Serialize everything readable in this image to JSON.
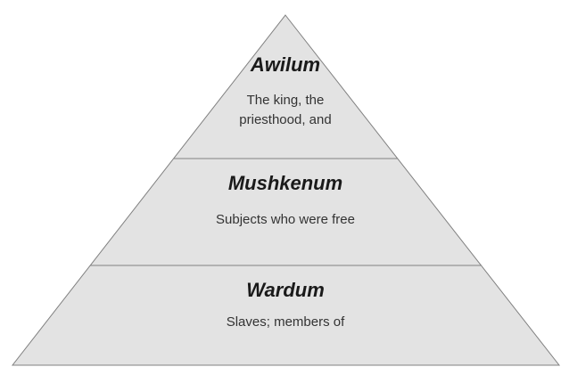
{
  "diagram": {
    "type": "pyramid",
    "title": "",
    "colors": {
      "fill": "#e3e3e3",
      "stroke": "#808080",
      "background": "#ffffff"
    },
    "tiers": [
      {
        "title": "Awilum",
        "desc_line1": "The king, the",
        "desc_line2": "priesthood, and"
      },
      {
        "title": "Mushkenum",
        "desc_line1": "Subjects who were free",
        "desc_line2": ""
      },
      {
        "title": "Wardum",
        "desc_line1": "Slaves; members of",
        "desc_line2": ""
      }
    ]
  }
}
